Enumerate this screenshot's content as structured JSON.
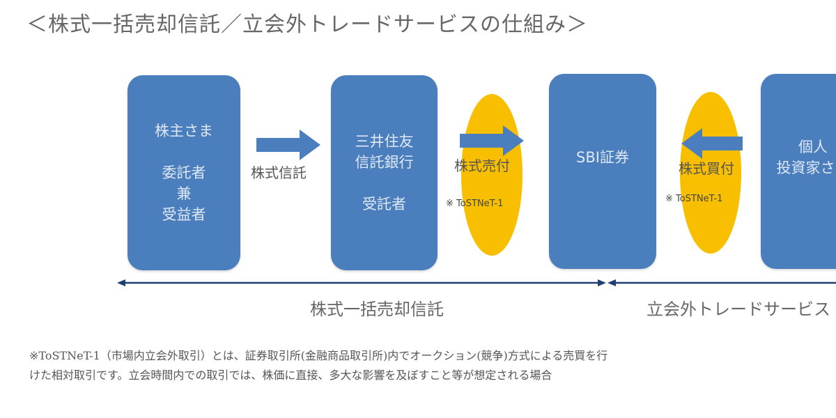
{
  "title": "＜株式一括売却信託／立会外トレードサービスの仕組み＞",
  "boxes": [
    {
      "lines": [
        "株主さま",
        "",
        "委託者",
        "兼",
        "受益者"
      ]
    },
    {
      "lines": [
        "三井住友",
        "信託銀行",
        "",
        "受託者"
      ]
    },
    {
      "lines": [
        "SBI証券"
      ]
    },
    {
      "lines": [
        "個人",
        "投資家さま"
      ]
    }
  ],
  "arrows": {
    "trust": {
      "label": "株式信託",
      "direction": "right"
    },
    "sell": {
      "label": "株式売付",
      "note": "※ ToSTNeT-1",
      "direction": "right"
    },
    "buy": {
      "label": "株式買付",
      "note": "※ ToSTNeT-1",
      "direction": "left"
    }
  },
  "spans": {
    "left": "株式一括売却信託",
    "right": "立会外トレードサービス"
  },
  "footnote": [
    "※ToSTNeT-1（市場内立会外取引）とは、証券取引所(金融商品取引所)内でオークション(競争)方式による売買を行",
    "けた相対取引です。立会時間内での取引では、株価に直接、多大な影響を及ぼすこと等が想定される場合"
  ],
  "colors": {
    "box": "#4a7ebd",
    "ellipse": "#f7bf00",
    "span_line": "#1f3f73"
  }
}
